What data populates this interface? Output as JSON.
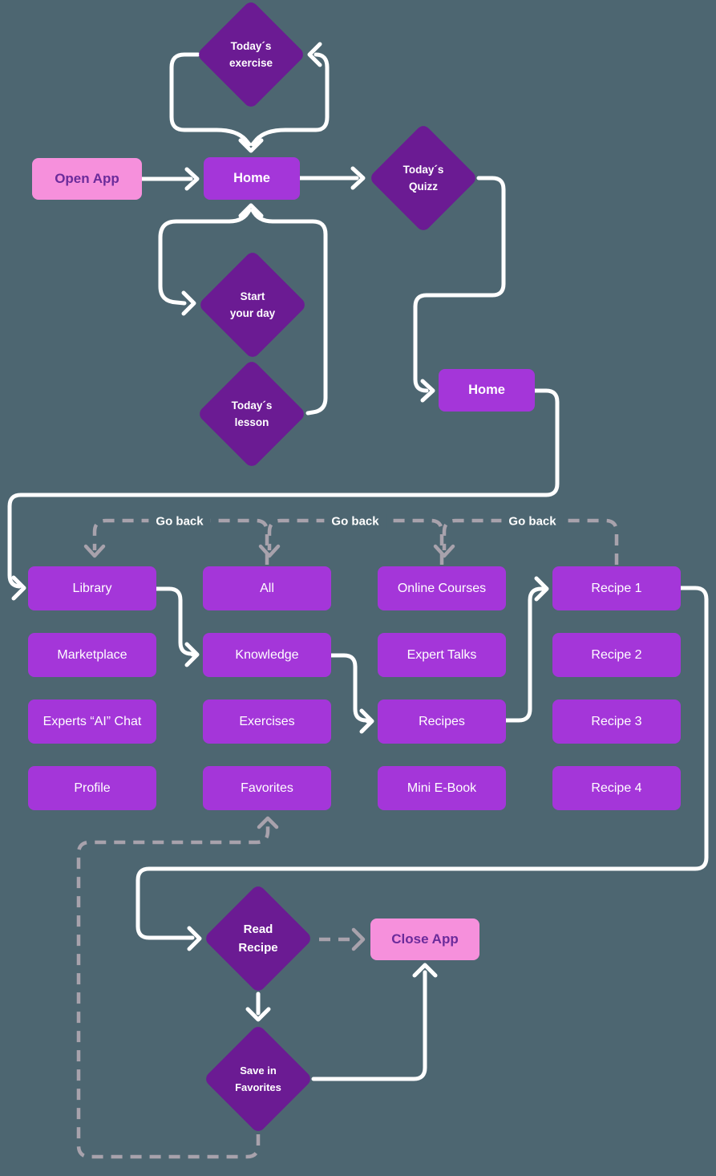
{
  "diagram": {
    "kind": "app-user-flow-flowchart",
    "colors": {
      "background": "#4d6671",
      "action_node": "#a436d9",
      "decision_node": "#6b1b93",
      "terminal_node": "#f690dc",
      "terminal_text": "#6b2b9b",
      "solid_connector": "#ffffff",
      "dashed_connector": "#a8a2ac",
      "node_text": "#ffffff"
    }
  },
  "nodes": {
    "todays_exercise": {
      "type": "decision",
      "line1": "Today´s",
      "line2": "exercise"
    },
    "open_app": {
      "type": "terminal",
      "label": "Open App"
    },
    "home_1": {
      "type": "action",
      "label": "Home"
    },
    "todays_quizz": {
      "type": "decision",
      "line1": "Today´s",
      "line2": "Quizz"
    },
    "start_your_day": {
      "type": "decision",
      "line1": "Start",
      "line2": "your day"
    },
    "todays_lesson": {
      "type": "decision",
      "line1": "Today´s",
      "line2": "lesson"
    },
    "home_2": {
      "type": "action",
      "label": "Home"
    },
    "library": {
      "type": "action",
      "label": "Library"
    },
    "marketplace": {
      "type": "action",
      "label": "Marketplace"
    },
    "experts_ai_chat": {
      "type": "action",
      "label": "Experts “AI” Chat"
    },
    "profile": {
      "type": "action",
      "label": "Profile"
    },
    "all": {
      "type": "action",
      "label": "All"
    },
    "knowledge": {
      "type": "action",
      "label": "Knowledge"
    },
    "exercises": {
      "type": "action",
      "label": "Exercises"
    },
    "favorites": {
      "type": "action",
      "label": "Favorites"
    },
    "online_courses": {
      "type": "action",
      "label": "Online Courses"
    },
    "expert_talks": {
      "type": "action",
      "label": "Expert Talks"
    },
    "recipes": {
      "type": "action",
      "label": "Recipes"
    },
    "mini_ebook": {
      "type": "action",
      "label": "Mini E-Book"
    },
    "recipe_1": {
      "type": "action",
      "label": "Recipe 1"
    },
    "recipe_2": {
      "type": "action",
      "label": "Recipe 2"
    },
    "recipe_3": {
      "type": "action",
      "label": "Recipe 3"
    },
    "recipe_4": {
      "type": "action",
      "label": "Recipe 4"
    },
    "read_recipe": {
      "type": "decision",
      "line1": "Read",
      "line2": "Recipe"
    },
    "save_in_favorites": {
      "type": "decision",
      "line1": "Save in",
      "line2": "Favorites"
    },
    "close_app": {
      "type": "terminal",
      "label": "Close App"
    }
  },
  "go_back_labels": [
    "Go back",
    "Go back",
    "Go back"
  ],
  "edges": [
    {
      "from": "todays_exercise",
      "to": "home_1",
      "style": "solid"
    },
    {
      "from": "home_1",
      "to": "todays_exercise",
      "style": "solid"
    },
    {
      "from": "open_app",
      "to": "home_1",
      "style": "solid"
    },
    {
      "from": "home_1",
      "to": "todays_quizz",
      "style": "solid"
    },
    {
      "from": "home_1",
      "to": "start_your_day",
      "style": "solid"
    },
    {
      "from": "start_your_day",
      "to": "todays_lesson",
      "style": "touching"
    },
    {
      "from": "todays_lesson",
      "to": "home_1",
      "style": "solid"
    },
    {
      "from": "todays_quizz",
      "to": "home_2",
      "style": "solid"
    },
    {
      "from": "home_2",
      "to": "library",
      "style": "solid"
    },
    {
      "from": "library",
      "to": "knowledge",
      "style": "solid"
    },
    {
      "from": "knowledge",
      "to": "recipes",
      "style": "solid"
    },
    {
      "from": "recipes",
      "to": "recipe_1",
      "style": "solid"
    },
    {
      "from": "recipe_1",
      "to": "read_recipe",
      "style": "solid"
    },
    {
      "from": "read_recipe",
      "to": "save_in_favorites",
      "style": "solid"
    },
    {
      "from": "save_in_favorites",
      "to": "close_app",
      "style": "solid"
    },
    {
      "from": "all",
      "to": "library",
      "style": "dashed",
      "label": "Go back"
    },
    {
      "from": "online_courses",
      "to": "all",
      "style": "dashed",
      "label": "Go back"
    },
    {
      "from": "recipe_1",
      "to": "online_courses",
      "style": "dashed",
      "label": "Go back"
    },
    {
      "from": "read_recipe",
      "to": "close_app",
      "style": "dashed"
    },
    {
      "from": "save_in_favorites",
      "to": "favorites",
      "style": "dashed"
    }
  ]
}
